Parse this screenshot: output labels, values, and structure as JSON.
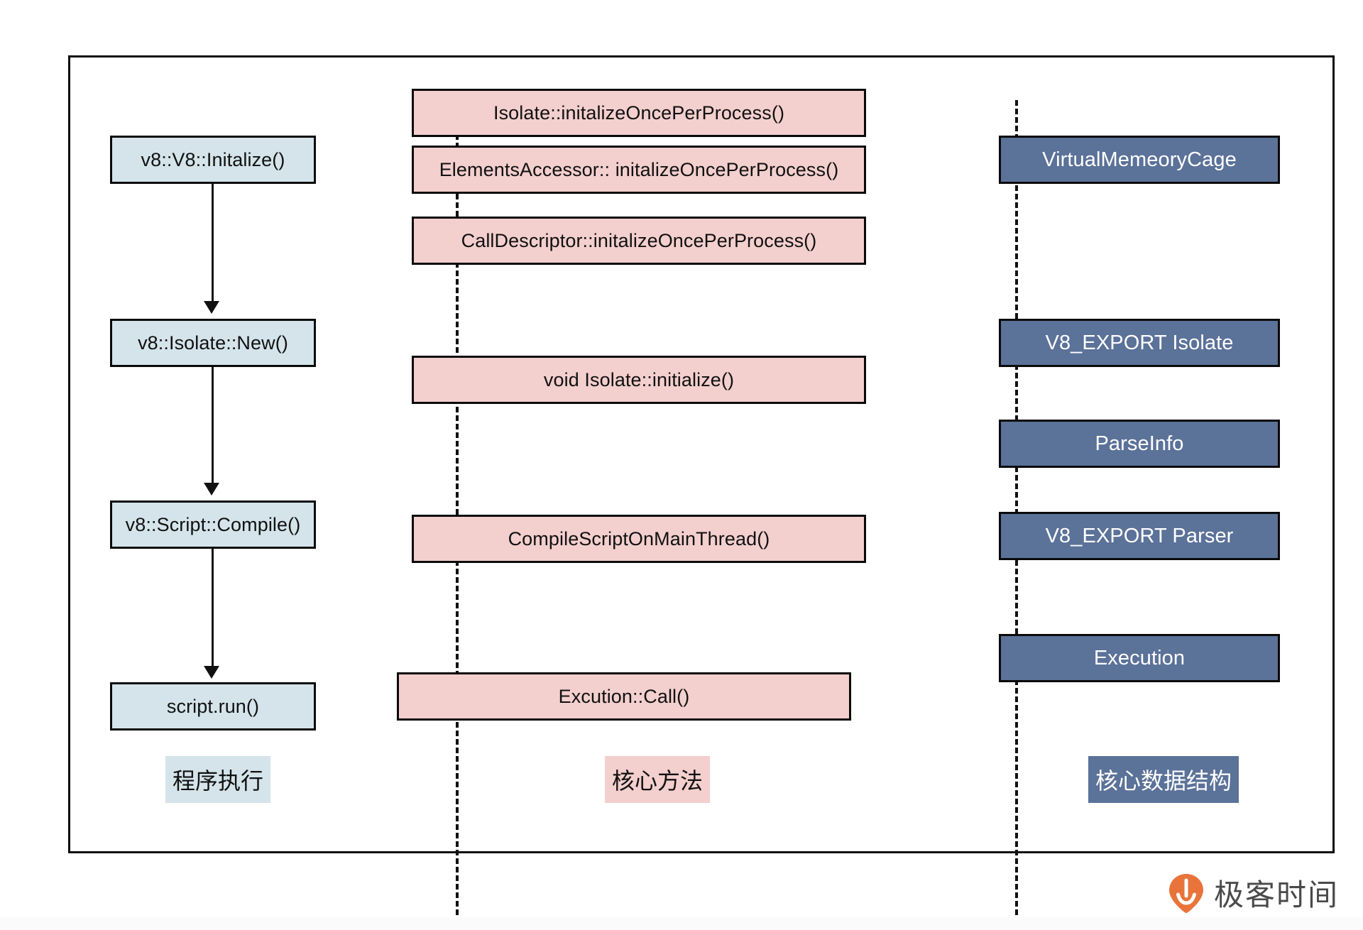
{
  "diagram": {
    "type": "flowchart",
    "columns": [
      {
        "id": "execution",
        "legend": "程序执行",
        "legend_style": "blue",
        "nodes": [
          {
            "label": "v8::V8::Initalize()"
          },
          {
            "label": "v8::Isolate::New()"
          },
          {
            "label": "v8::Script::Compile()"
          },
          {
            "label": "script.run()"
          }
        ]
      },
      {
        "id": "core-methods",
        "legend": "核心方法",
        "legend_style": "pink",
        "nodes": [
          {
            "label": "Isolate::initalizeOncePerProcess()"
          },
          {
            "label": "ElementsAccessor:: initalizeOncePerProcess()"
          },
          {
            "label": "CallDescriptor::initalizeOncePerProcess()"
          },
          {
            "label": "void Isolate::initialize()"
          },
          {
            "label": "CompileScriptOnMainThread()"
          },
          {
            "label": "Excution::Call()"
          }
        ]
      },
      {
        "id": "core-data-structures",
        "legend": "核心数据结构",
        "legend_style": "navy",
        "nodes": [
          {
            "label": "VirtualMemeoryCage"
          },
          {
            "label": "V8_EXPORT Isolate"
          },
          {
            "label": "ParseInfo"
          },
          {
            "label": "V8_EXPORT Parser"
          },
          {
            "label": "Execution"
          }
        ]
      }
    ],
    "arrows": [
      {
        "from": "v8::V8::Initalize()",
        "to": "v8::Isolate::New()"
      },
      {
        "from": "v8::Isolate::New()",
        "to": "v8::Script::Compile()"
      },
      {
        "from": "v8::Script::Compile()",
        "to": "script.run()"
      }
    ]
  },
  "watermark": {
    "text": "极客时间"
  },
  "colors": {
    "blue_fill": "#d4e4ea",
    "pink_fill": "#f3cfcd",
    "navy_fill": "#5b7299",
    "stroke": "#0a0a0a",
    "logo_orange": "#e8743b"
  }
}
